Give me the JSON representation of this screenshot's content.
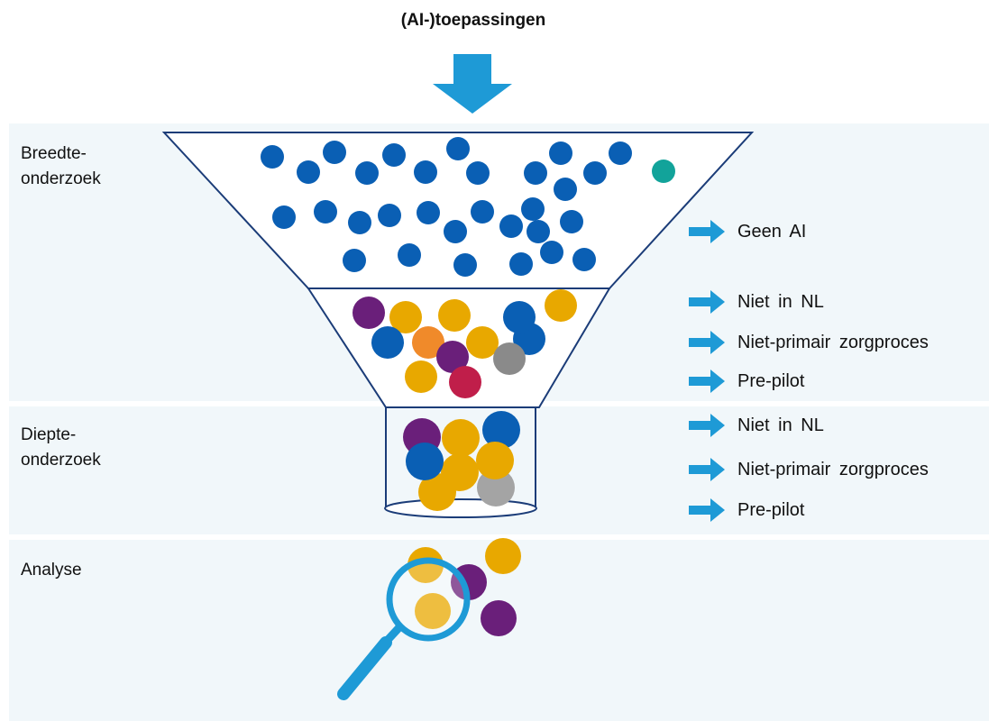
{
  "title": "(AI-)toepassingen",
  "stages": {
    "breedte": [
      "Breedte-",
      "onderzoek"
    ],
    "diepte": [
      "Diepte-",
      "onderzoek"
    ],
    "analyse": "Analyse"
  },
  "outcomes": {
    "breedte": [
      "Geen AI",
      "Niet in NL",
      "Niet-primair zorgproces",
      "Pre-pilot"
    ],
    "diepte": [
      "Niet in NL",
      "Niet-primair zorgproces",
      "Pre-pilot"
    ]
  },
  "colors": {
    "band": "#f1f7fa",
    "arrow": "#1e9ad6",
    "blue": "#0a5fb4",
    "gold": "#e8a800",
    "purple": "#6a1f7a",
    "orange": "#f08a2a",
    "crimson": "#c01e4a",
    "gray": "#8a8a8a",
    "teal": "#12a39a"
  }
}
